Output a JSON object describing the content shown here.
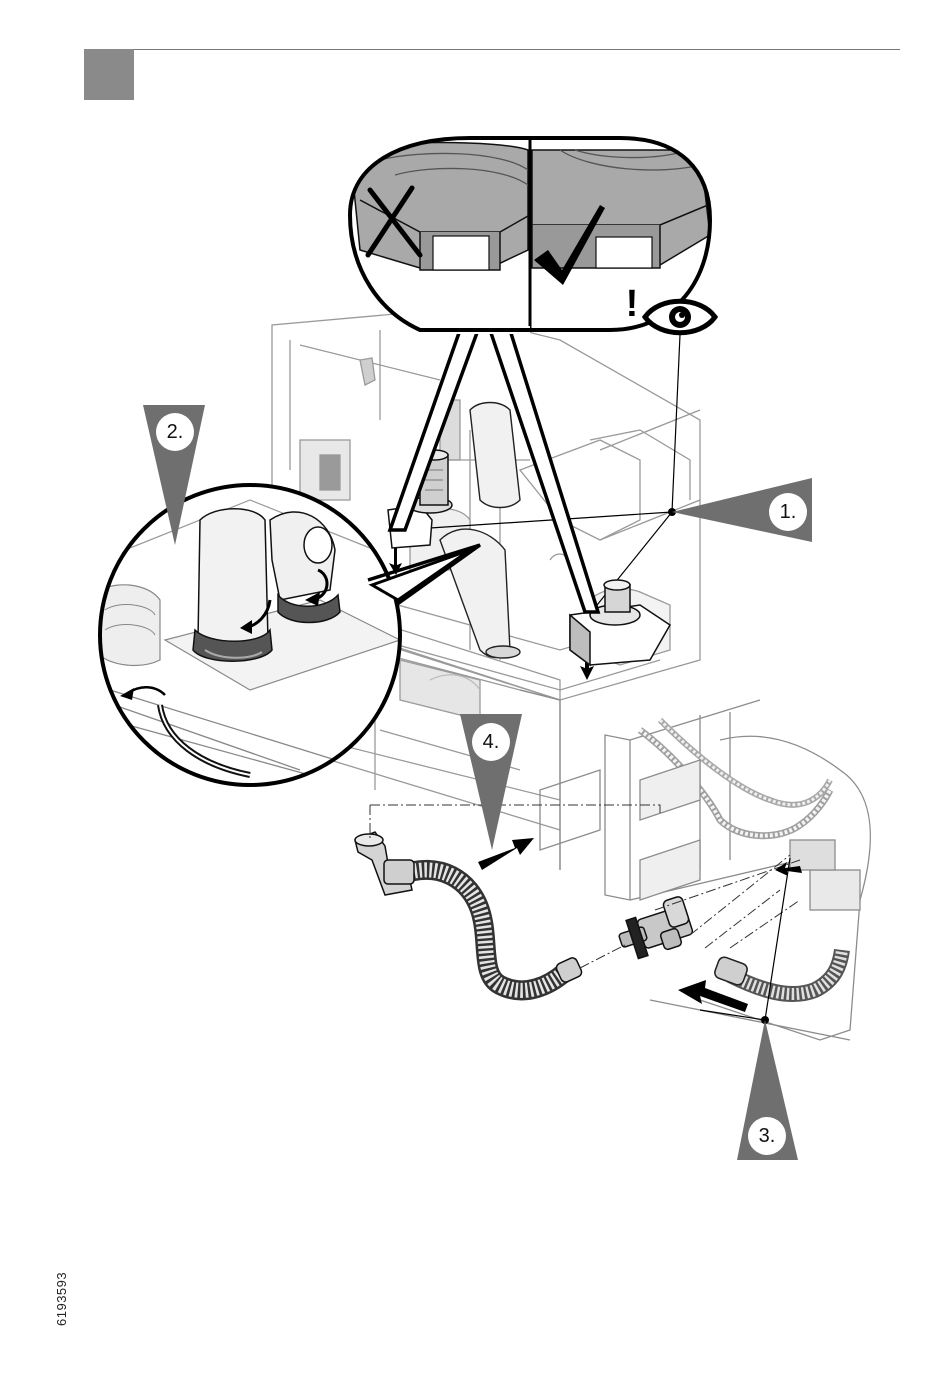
{
  "steps": [
    {
      "label": "1."
    },
    {
      "label": "2."
    },
    {
      "label": "3."
    },
    {
      "label": "4."
    }
  ],
  "notice": {
    "symbol": "!"
  },
  "icons": [
    "cross-icon",
    "checkmark-icon",
    "eye-icon",
    "arrow-icon"
  ],
  "figure_id": "6193593",
  "colors": {
    "marker_fill": "#6f6f6f",
    "header_block": "#8a8a8a",
    "line": "#000000"
  }
}
